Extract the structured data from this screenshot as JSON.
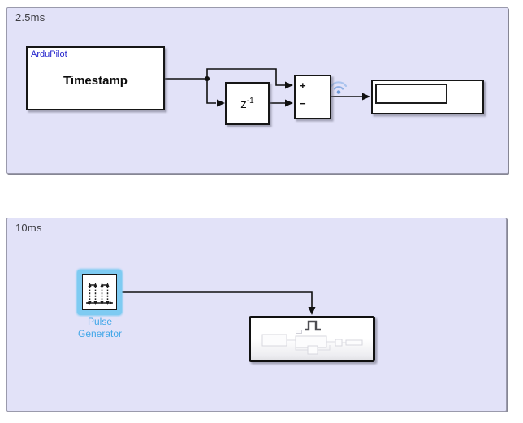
{
  "areas": [
    {
      "label": "2.5ms"
    },
    {
      "label": "10ms"
    }
  ],
  "blocks": {
    "timestamp": {
      "library_tag": "ArduPilot",
      "name": "Timestamp"
    },
    "unit_delay": {
      "base": "z",
      "exponent": "-1"
    },
    "sum": {
      "top_sign": "+",
      "bottom_sign": "−"
    },
    "display": {
      "value": ""
    },
    "pulse_generator": {
      "name_line1": "Pulse",
      "name_line2": "Generator",
      "selected": true
    },
    "triggered_subsystem": {
      "trigger_port": "pulse"
    }
  },
  "icons": {
    "wireless": "logged-signal-wifi-badge",
    "pulse_train": "pulse-generator-waveform",
    "trigger": "trigger-port-pulse-glyph"
  },
  "colors": {
    "area_fill": "#e2e2f8",
    "area_border": "#9a9aac",
    "block_border": "#161616",
    "annotation_blue": "#2424cc",
    "selection_highlight": "#7ecbf2",
    "selected_label_blue": "#42a7e8",
    "wireless_icon_blue": "#8fb0e4"
  }
}
